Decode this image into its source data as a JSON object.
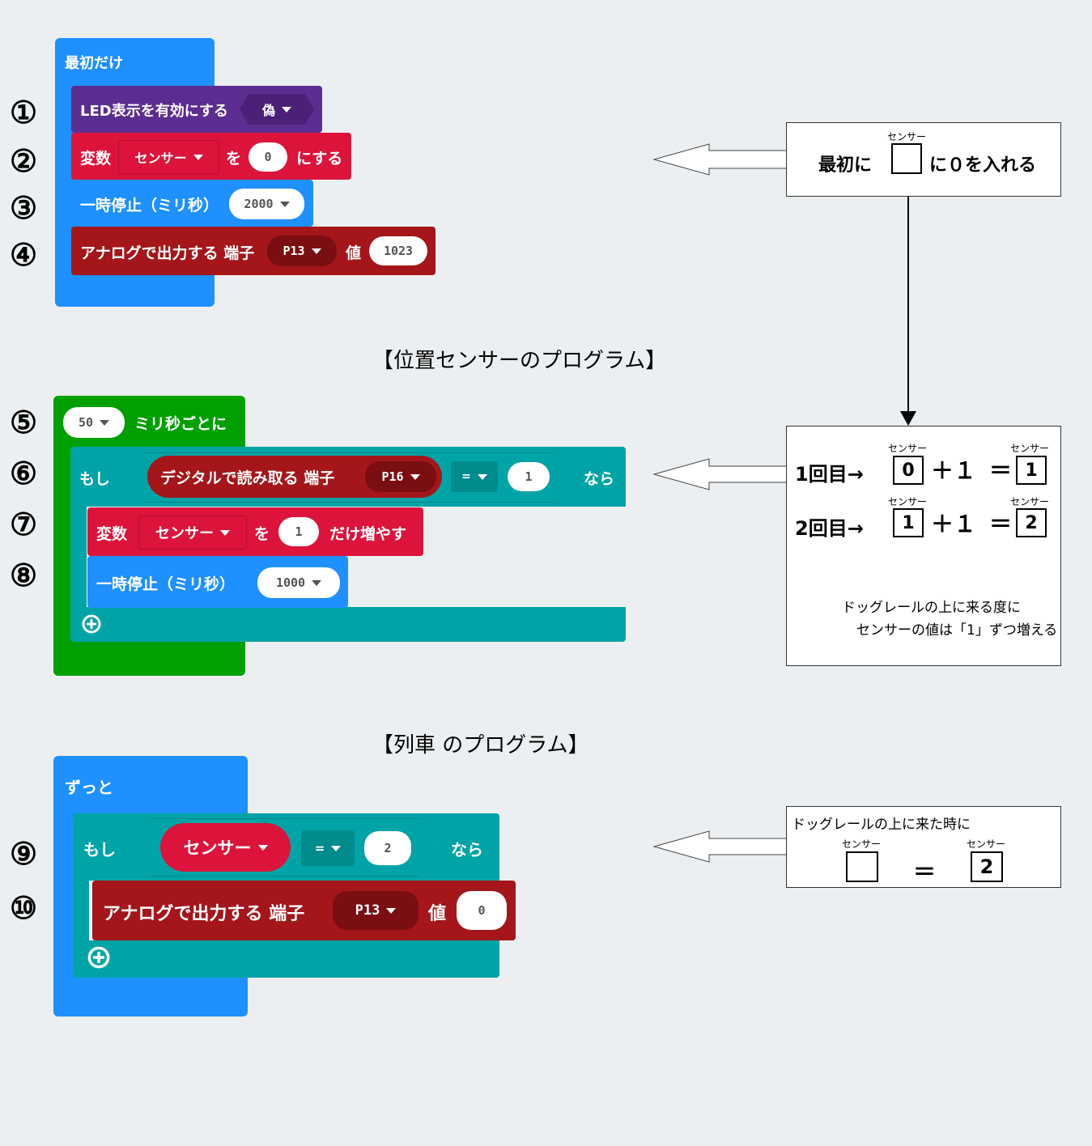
{
  "step_numbers": [
    "①",
    "②",
    "③",
    "④",
    "⑤",
    "⑥",
    "⑦",
    "⑧",
    "⑨",
    "⑩"
  ],
  "headings": {
    "sensor_program": "【位置センサーのプログラム】",
    "train_program": "【列車 のプログラム】"
  },
  "program1": {
    "hat_label": "最初だけ",
    "led_label": "LED表示を有効にする",
    "led_value": "偽",
    "var_label": "変数",
    "var_name": "センサー",
    "var_wo": "を",
    "var_value": "0",
    "var_suffix": "にする",
    "pause_label": "一時停止（ミリ秒）",
    "pause_value": "2000",
    "analog_label": "アナログで出力する 端子",
    "analog_pin": "P13",
    "analog_val_label": "値",
    "analog_value": "1023"
  },
  "program2": {
    "interval_value": "50",
    "interval_label": "ミリ秒ごとに",
    "if_label": "もし",
    "digital_label": "デジタルで読み取る 端子",
    "digital_pin": "P16",
    "op": "=",
    "compare_value": "1",
    "then_label": "なら",
    "var_label": "変数",
    "var_name": "センサー",
    "var_wo": "を",
    "inc_value": "1",
    "inc_suffix": "だけ増やす",
    "pause_label": "一時停止（ミリ秒）",
    "pause_value": "1000"
  },
  "program3": {
    "hat_label": "ずっと",
    "if_label": "もし",
    "var_name": "センサー",
    "op": "=",
    "compare_value": "2",
    "then_label": "なら",
    "analog_label": "アナログで出力する 端子",
    "analog_pin": "P13",
    "analog_val_label": "値",
    "analog_value": "0"
  },
  "panel1": {
    "prefix": "最初に",
    "small_label": "センサー",
    "suffix": "に０を入れる"
  },
  "panel2": {
    "row1_label": "1回目→",
    "row1_left": "0",
    "row1_right": "1",
    "row2_label": "2回目→",
    "row2_left": "1",
    "row2_right": "2",
    "plus_one": "＋１",
    "equals": "＝",
    "small_label": "センサー",
    "note_line1": "ドッグレールの上に来る度に",
    "note_line2": "センサーの値は「1」ずつ増える"
  },
  "panel3": {
    "title": "ドッグレールの上に来た時に",
    "small_label": "センサー",
    "equals": "＝",
    "right_value": "2"
  },
  "colors": {
    "basic_blue": "#1e90ff",
    "led_purple": "#5c2d91",
    "variable_red": "#dc143c",
    "pins_dark_red": "#a4161a",
    "logic_teal": "#00a4a6",
    "loop_green": "#00a000"
  }
}
